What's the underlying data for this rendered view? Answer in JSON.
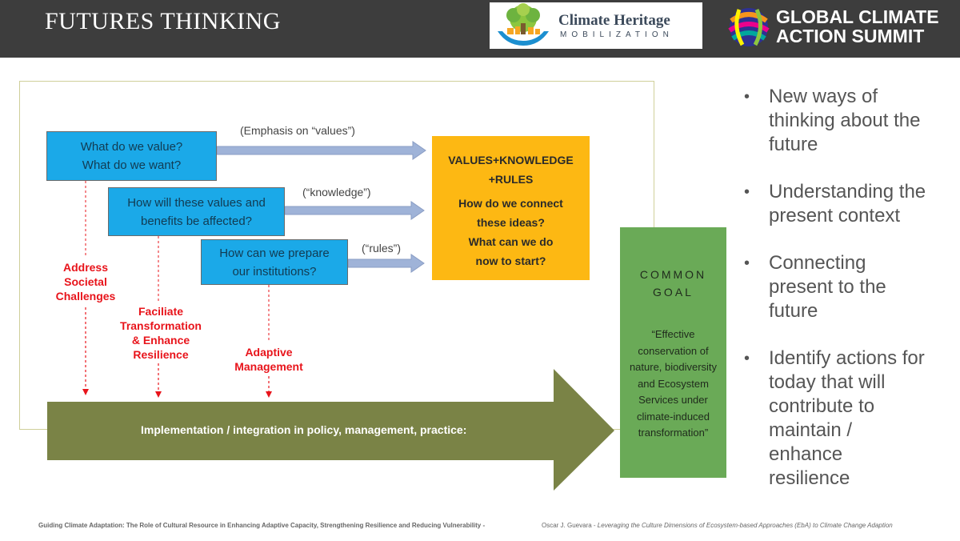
{
  "header": {
    "title": "FUTURES THINKING",
    "logo_left": {
      "line1": "Climate Heritage",
      "line2": "MOBILIZATION"
    },
    "logo_right": {
      "line1": "GLOBAL CLIMATE",
      "line2": "ACTION SUMMIT"
    }
  },
  "diagram": {
    "boxes": [
      {
        "line1": "What do we value?",
        "line2": "What do we want?"
      },
      {
        "line1": "How will these values and",
        "line2": "benefits be affected?"
      },
      {
        "line1": "How can we prepare",
        "line2": "our institutions?"
      }
    ],
    "arrow_labels": [
      "(Emphasis on “values”)",
      "(“knowledge”)",
      "(“rules”)"
    ],
    "center_box": {
      "lines": [
        "VALUES+KNOWLEDGE",
        "+RULES",
        "How do we connect",
        "these ideas?",
        "What can we do",
        "now to start?"
      ]
    },
    "red_labels": [
      {
        "lines": [
          "Address",
          "Societal",
          "Challenges"
        ]
      },
      {
        "lines": [
          "Faciliate",
          "Transformation",
          "& Enhance",
          "Resilience"
        ]
      },
      {
        "lines": [
          "Adaptive",
          "Management"
        ]
      }
    ],
    "implementation_label": "Implementation / integration in policy, management, practice:",
    "goal_box": {
      "title_lines": [
        "COMMON",
        "GOAL"
      ],
      "quote_lines": [
        "“Effective",
        "conservation of",
        "nature, biodiversity",
        "and Ecosystem",
        "Services under",
        "climate-induced",
        "transformation”"
      ]
    }
  },
  "bullets": [
    {
      "lines": [
        "New ways of",
        "thinking about the",
        "future"
      ]
    },
    {
      "lines": [
        "Understanding the",
        "present context"
      ]
    },
    {
      "lines": [
        "Connecting",
        "present to the",
        "future"
      ]
    },
    {
      "lines": [
        "Identify actions for",
        "today that will",
        "contribute to",
        "maintain /",
        "enhance",
        "resilience"
      ]
    }
  ],
  "bullet_glyph": "•",
  "footer": {
    "left": "Guiding Climate Adaptation: The Role of Cultural Resource in Enhancing Adaptive Capacity, Strengthening Resilience and Reducing Vulnerability -",
    "right_author": "Oscar J. Guevara - ",
    "right_title": "Leveraging the Culture Dimensions of Ecosystem-based Approaches (EbA) to Climate Change Adaption"
  },
  "colors": {
    "header_bg": "#3d3d3d",
    "blue_box": "#1ba9e8",
    "arrow": "#9fb3d8",
    "yellow_box": "#fdb813",
    "red_text": "#e8141b",
    "olive_arrow": "#7a8346",
    "green_box": "#6aaa57"
  }
}
